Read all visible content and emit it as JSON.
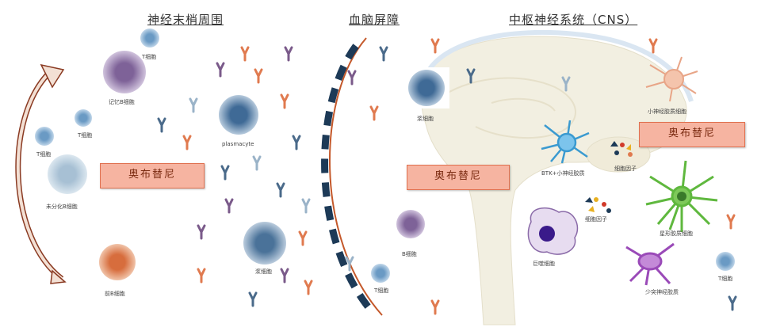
{
  "sections": {
    "peripheral": "神经末梢周围",
    "bbb": "血脑屏障",
    "cns": "中枢神经系统（CNS）"
  },
  "drug_label": "奥布替尼",
  "labels": {
    "t_cell": "T细胞",
    "memory_b": "记忆B细胞",
    "plasmacyte": "plasmacyte",
    "naive_b": "未分化B细胞",
    "pre_b": "前B细胞",
    "plasma_cell": "浆细胞",
    "b_cell": "B细胞",
    "btk_glia": "BTK+小神经胶质",
    "cytokine": "细胞因子",
    "microglia": "小神经胶质细胞",
    "astrocyte": "星形胶质细胞",
    "macrophage": "巨噬细胞",
    "oligodendrocyte": "少突神经胶质"
  },
  "colors": {
    "drug_fill": "#f6b4a1",
    "drug_border": "#e0704f",
    "barrier_line": "#c4582a",
    "barrier_dash": "#1d3a57",
    "arrow": "#c86a4f",
    "antibody_orange": "#e07a4f",
    "antibody_blue": "#4a6a8a",
    "antibody_purple": "#7a5a8a"
  }
}
